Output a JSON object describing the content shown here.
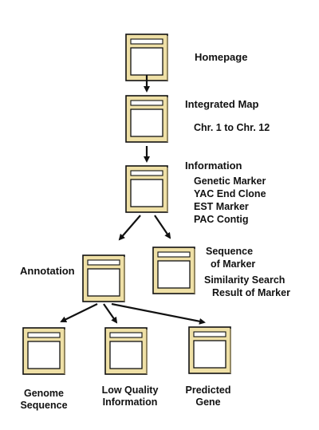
{
  "colors": {
    "window_fill": "#efe0a6",
    "window_inner": "#ffffff",
    "outline": "#111111",
    "arrow": "#111111",
    "text": "#111111"
  },
  "nodes": {
    "homepage": {
      "icon": "window-icon",
      "label": "Homepage"
    },
    "integrated_map": {
      "icon": "window-icon",
      "label": "Integrated Map",
      "sub": "Chr. 1 to Chr. 12"
    },
    "information": {
      "icon": "window-icon",
      "label": "Information",
      "items": [
        "Genetic Marker",
        "YAC End Clone",
        "EST Marker",
        "PAC Contig"
      ]
    },
    "annotation": {
      "icon": "window-icon",
      "label": "Annotation"
    },
    "sequence_of_marker": {
      "icon": "window-icon",
      "lines": [
        "Sequence",
        "of Marker"
      ],
      "lines2": [
        "Similarity Search",
        "Result of Marker"
      ]
    },
    "genome_sequence": {
      "icon": "window-icon",
      "lines": [
        "Genome",
        "Sequence"
      ]
    },
    "low_quality": {
      "icon": "window-icon",
      "lines": [
        "Low Quality",
        "Information"
      ]
    },
    "predicted_gene": {
      "icon": "window-icon",
      "lines": [
        "Predicted",
        "Gene"
      ]
    }
  }
}
